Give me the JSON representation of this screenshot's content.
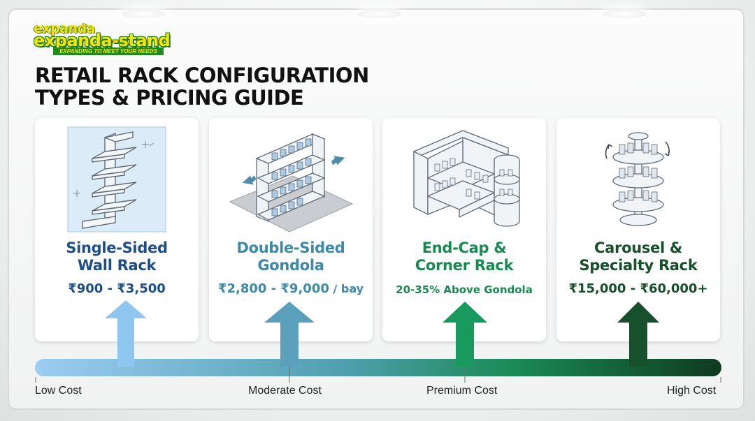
{
  "brand": {
    "logo_top": "expanda",
    "logo_main": "expanda-stand",
    "tagline": "EXPANDING TO MEET YOUR NEEDS"
  },
  "title": {
    "line1": "RETAIL RACK CONFIGURATION",
    "line2": "TYPES & PRICING GUIDE"
  },
  "cards": [
    {
      "title_line1": "Single-Sided",
      "title_line2": "Wall Rack",
      "price": "₹900 - ₹3,500",
      "unit": "",
      "color": "#1d4f86",
      "icon": "wall-rack-illustration"
    },
    {
      "title_line1": "Double-Sided",
      "title_line2": "Gondola",
      "price": "₹2,800 - ₹9,000",
      "unit": " / bay",
      "color": "#3d8aa7",
      "icon": "gondola-rack-illustration"
    },
    {
      "title_line1": "End-Cap &",
      "title_line2": "Corner Rack",
      "price": "20-35% Above Gondola",
      "unit": "",
      "color": "#178a52",
      "icon": "corner-rack-illustration"
    },
    {
      "title_line1": "Carousel &",
      "title_line2": "Specialty Rack",
      "price": "₹15,000 - ₹60,000+",
      "unit": "",
      "color": "#174f2b",
      "icon": "carousel-rack-illustration"
    }
  ],
  "scale": {
    "labels": [
      "Low Cost",
      "Moderate Cost",
      "Premium Cost",
      "High Cost"
    ],
    "gradient_start": "#9ccdf2",
    "gradient_end": "#0f3a1f",
    "arrow_colors": [
      "#8ec6ef",
      "#5aa0ba",
      "#189a5e",
      "#17502c"
    ]
  }
}
